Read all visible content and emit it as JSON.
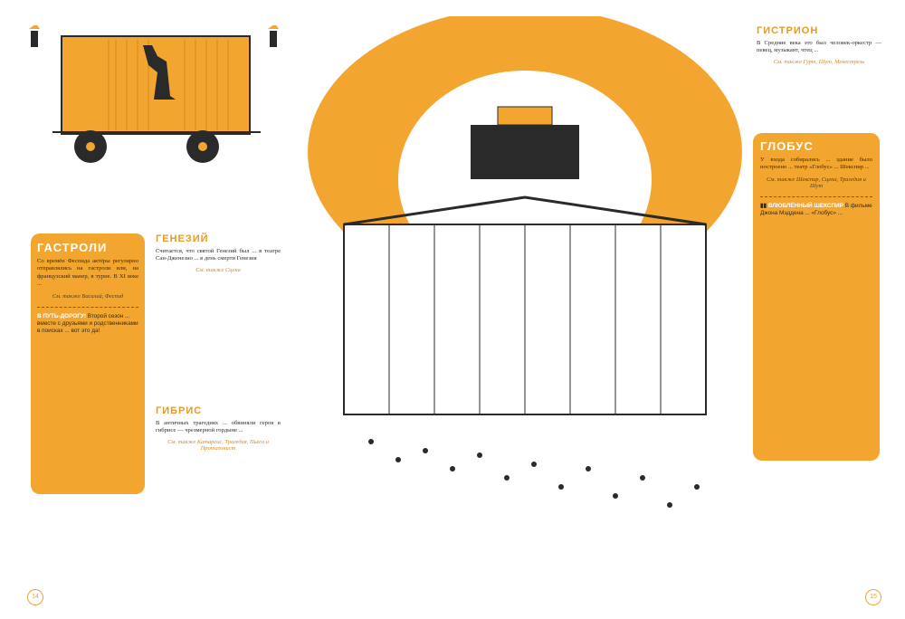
{
  "gastroli": {
    "title": "ГАСТРОЛИ",
    "body": "Со времён Феспида актёры регулярно отправлялись на гастроли или, на французский манер, в турне. В XI веке ...",
    "see_also": "См. также Василий, Феспид",
    "aside_tag": "В ПУТЬ-ДОРОГУ!",
    "aside_text": "Второй сезон ... вместе с друзьями и родственниками в поисках ... вот это да!"
  },
  "genezy": {
    "title": "ГЕНЕЗИЙ",
    "body": "Считается, что святой Генезий был ... в театре Сан-Дженезио ... в день смерти Генезия",
    "see_also": "См. также Сцена"
  },
  "gibris": {
    "title": "ГИБРИС",
    "body": "В античных трагедиях ... обвиняли героя в гибрисе — чрезмерной гордыне ...",
    "see_also": "См. также Катарсис, Трагедия, Пьеса и Протагонист"
  },
  "gistrion": {
    "title": "ГИСТРИОН",
    "body": "В Средние века это был человек-оркестр — певец, музыкант, чтец ...",
    "see_also": "См. также Гурт, Шут, Менестрель"
  },
  "globus": {
    "title": "ГЛОБУС",
    "body": "У входа собирались ... здание было построено ... театр «Глобус» ... Шекспир ...",
    "see_also": "См. также Шекспир, Сцена, Трагедия и Шут",
    "aside_tag": "ВЛЮБЛЁННЫЙ ШЕКСПИР",
    "aside_text": "В фильме Джона Мэддена ... «Глобус» ..."
  },
  "page_numbers": {
    "left": "14",
    "right": "15"
  }
}
